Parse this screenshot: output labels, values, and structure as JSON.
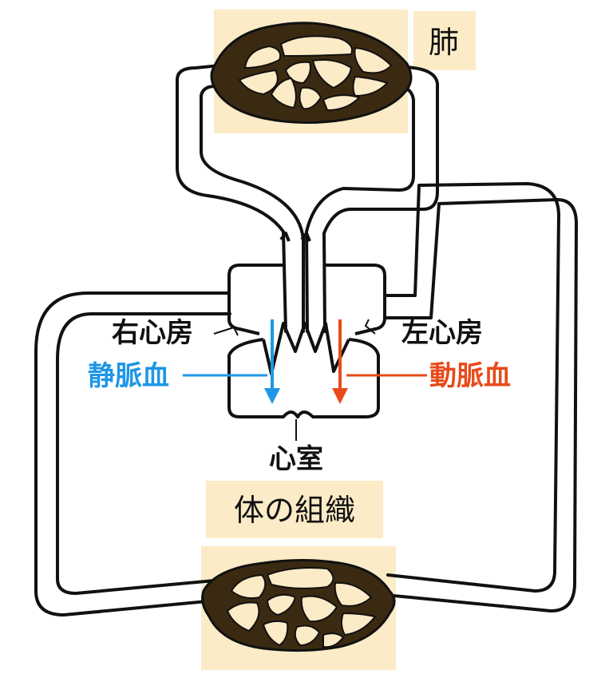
{
  "labels": {
    "lung": "肺",
    "right_atrium": "右心房",
    "left_atrium": "左心房",
    "venous_blood": "静脈血",
    "arterial_blood": "動脈血",
    "ventricle": "心室",
    "body_tissue": "体の組織"
  },
  "colors": {
    "highlight": "#FBEBC6",
    "outline": "#111111",
    "organ_fill": "#3B2A12",
    "venous": "#1E96E6",
    "arterial": "#E84A1B"
  },
  "icons": [
    "lung-icon",
    "body-tissue-icon",
    "heart-icon",
    "venous-arrow-icon",
    "arterial-arrow-icon"
  ]
}
